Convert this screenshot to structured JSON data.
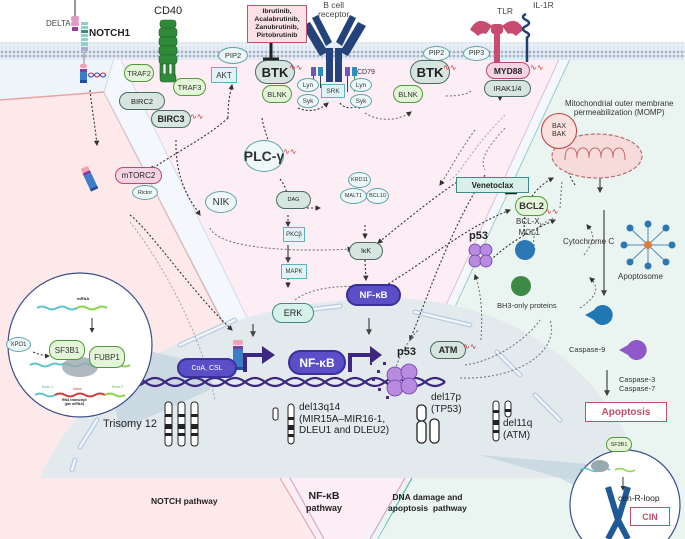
{
  "receptors": {
    "delta": "DELTA",
    "notch1": "NOTCH1",
    "cd40": "CD40",
    "bcr": "B cell\nreceptor",
    "cd79": "CD79",
    "tlr": "TLR",
    "il1r": "IL-1R"
  },
  "drugs": {
    "btk_inhibitors": [
      "Ibrutinib,",
      "Acalabrutinib,",
      "Zanubrutinib,",
      "Pirtobrutinib"
    ],
    "venetoclax": "Venetoclax"
  },
  "nodes": {
    "traf2": "TRAF2",
    "traf3": "TRAF3",
    "birc2": "BIRC2",
    "birc3": "BIRC3",
    "pip2_left": "PIP2",
    "akt": "AKT",
    "btk_left": "BTK",
    "blnk_left": "BLNK",
    "lyn_left": "Lyn",
    "syk_left": "Syk",
    "srk": "SRK",
    "lyn_right": "Lyn",
    "syk_right": "Syk",
    "pip2_right": "PIP2",
    "pip3": "PIP3",
    "btk_right": "BTK",
    "blnk_right": "BLNK",
    "myd88": "MYD88",
    "irak": "IRAK1/4",
    "mtorc2": "mTORC2",
    "rictor": "Rictor",
    "nik": "NIK",
    "plcy": "PLC-γ",
    "dag": "DAG",
    "krd11": "KRD11",
    "malt1": "MALT1",
    "bcl10": "BCL10",
    "pkcb": "PKCβ",
    "ikk": "IκK",
    "mapk": "MAPK",
    "nfkb_cyto": "NF-κB",
    "erk": "ERK",
    "nfkb_nuc": "NF-κB",
    "coa_csl": "CoA, CSL",
    "p53_cyto": "p53",
    "p53_nuc": "p53",
    "atm": "ATM",
    "bax_bak": [
      "BAX",
      "BAK"
    ],
    "bcl2": "BCL2",
    "bclx_mcl1": [
      "BCL-X",
      "MCL1"
    ],
    "bclx_sub": "L",
    "bh3": "BH3-only proteins",
    "momp": [
      "Mitochondrial outer membrane",
      "permeabilization (MOMP)"
    ],
    "cytochrome": "Cytochrome C",
    "apoptosome": "Apoptosome",
    "caspase9": "Caspase-9",
    "caspase37": [
      "Caspase-3",
      "Caspase-7"
    ],
    "apoptosis": "Apoptosis"
  },
  "inset_splicing": {
    "mrna": "mRNA",
    "xpo1": "XPO1",
    "sf3b1": "SF3B1",
    "fubp1": "FUBP1",
    "exon1": "Exon 1",
    "intron": "Intron",
    "exon2": "Exon 2",
    "transcript": [
      "RNA transcript",
      "(pre mRNA)"
    ]
  },
  "inset_cin": {
    "sf3b1": "SF3B1",
    "cen_r_loop": "cen-R-loop",
    "cin": "CIN"
  },
  "cytogenetics": {
    "trisomy12": "Trisomy 12",
    "del13q14": [
      "del13q14",
      "(MIR15A–MIR16-1,",
      "DLEU1 and DLEU2)"
    ],
    "del17p": [
      "del17p",
      "(TP53)"
    ],
    "del11q": [
      "del11q",
      "(ATM)"
    ]
  },
  "pathways": {
    "notch": "NOTCH pathway",
    "nfkb": [
      "NF-κB",
      "pathway"
    ],
    "dna": [
      "DNA damage and",
      "apoptosis  pathway"
    ]
  },
  "colors": {
    "notch_bg": "#fde9e9",
    "nfkb_bg": "#fdeef5",
    "dna_bg": "#eaf5f1",
    "nucleus_bg": "#e4ebee",
    "nfkb_fill": "#5b4fc8",
    "apoptosis_red": "#c0506a",
    "membrane": "#b7c6d8"
  }
}
